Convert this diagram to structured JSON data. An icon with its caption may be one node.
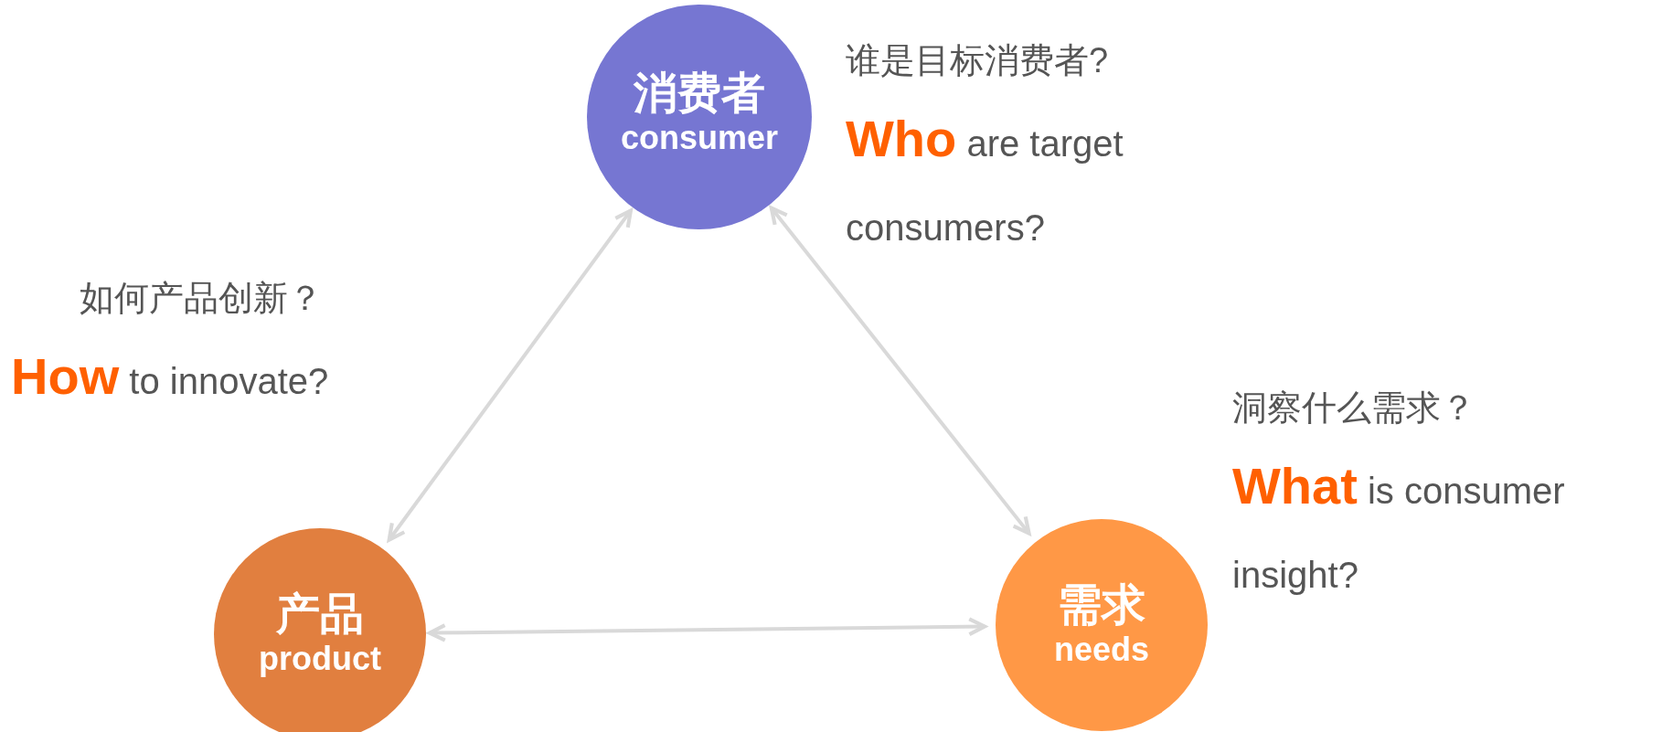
{
  "diagram": {
    "nodes": [
      {
        "text": [
          "消费者",
          "consumer"
        ],
        "beside": [
          "谁是目标消费者?",
          "**Who** are target consumers?"
        ]
      },
      {
        "text": [
          "产品",
          "product"
        ],
        "beside": [
          "如何产品创新？",
          "**How** to innovate?"
        ]
      },
      {
        "text": [
          "需求",
          "needs"
        ],
        "beside": [
          "洞察什么需求？",
          "**What** is consumer insight?"
        ]
      }
    ],
    "edges": [
      {
        "from": 0,
        "to": 1,
        "arrow": "both"
      },
      {
        "from": 0,
        "to": 2,
        "arrow": "both"
      },
      {
        "from": 1,
        "to": 2,
        "arrow": "both"
      }
    ]
  }
}
